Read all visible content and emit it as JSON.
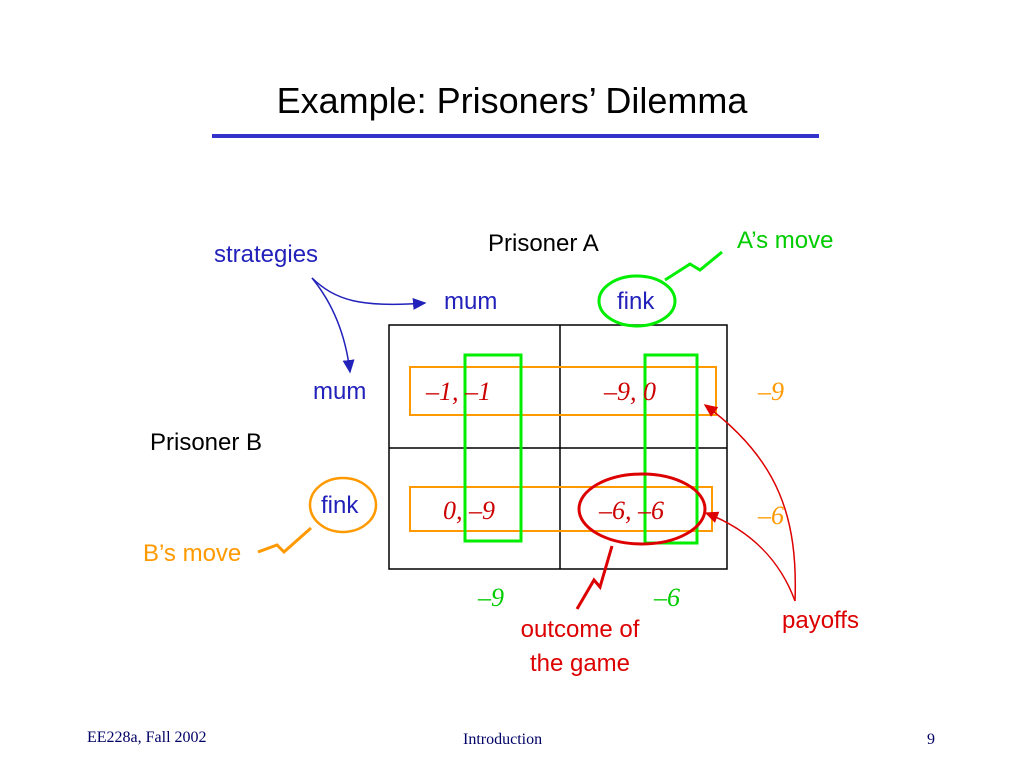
{
  "title": "Example: Prisoners’ Dilemma",
  "players": {
    "row": "Prisoner B",
    "column": "Prisoner A"
  },
  "column_strategies": [
    "mum",
    "fink"
  ],
  "row_strategies": [
    "mum",
    "fink"
  ],
  "cells": [
    [
      "–1, –1",
      "–9, 0"
    ],
    [
      "0, –9",
      "–6, –6"
    ]
  ],
  "row_payoffs": [
    "–9",
    "–6"
  ],
  "column_payoffs": [
    "–9",
    "–6"
  ],
  "annotations": {
    "strategies": "strategies",
    "a_move": "A’s move",
    "b_move": "B’s move",
    "payoffs": "payoffs",
    "outcome_line1": "outcome of",
    "outcome_line2": "the game"
  },
  "footer": {
    "left": "EE228a, Fall 2002",
    "center": "Introduction",
    "page": "9"
  },
  "colors": {
    "rule": "#3333cc",
    "strategy_text": "#2222bb",
    "a_move": "#00cc00",
    "b_move": "#ff9900",
    "payoff_text": "#cc0000",
    "row_payoff": "#ff9900",
    "column_payoff": "#00cc00",
    "outcome": "#dd0000"
  }
}
